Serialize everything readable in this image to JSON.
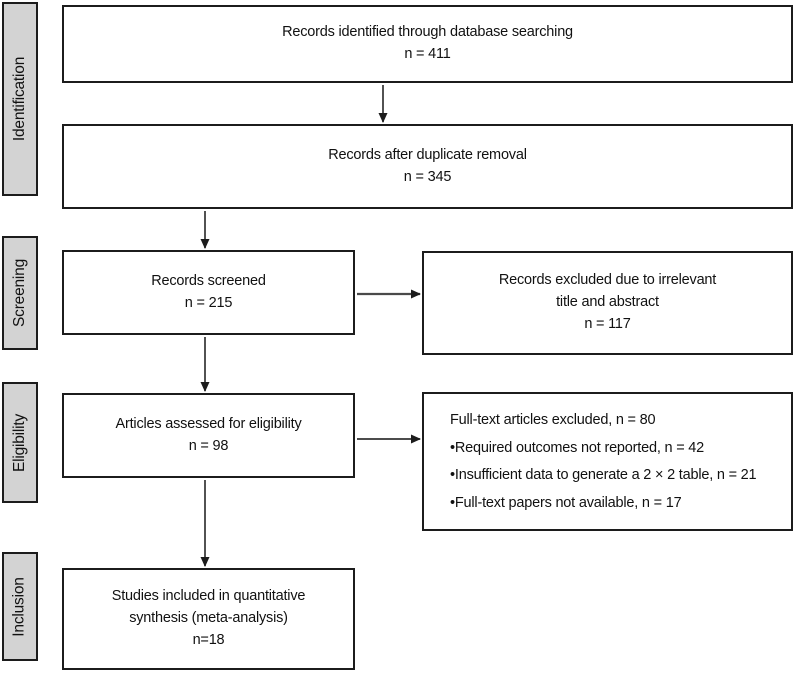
{
  "colors": {
    "stage_fill": "#d3d3d3",
    "box_border": "#1c1c1c",
    "arrow": "#333333",
    "background": "#ffffff",
    "text": "#111111"
  },
  "stages": [
    {
      "label": "Identification"
    },
    {
      "label": "Screening"
    },
    {
      "label": "Eligibility"
    },
    {
      "label": "Inclusion"
    }
  ],
  "boxes": {
    "identified": {
      "line1": "Records identified through database searching",
      "line2": "n = 411"
    },
    "deduplicated": {
      "line1": "Records after duplicate removal",
      "line2": "n = 345"
    },
    "screened": {
      "line1": "Records screened",
      "line2": "n = 215"
    },
    "excluded_screening": {
      "line1": "Records excluded due to irrelevant",
      "line2": "title and abstract",
      "line3": "n = 117"
    },
    "eligibility": {
      "line1": "Articles assessed for eligibility",
      "line2": "n = 98"
    },
    "excluded_fulltext": {
      "title": "Full-text articles excluded, n = 80",
      "items": [
        "Required outcomes not reported, n = 42",
        "Insufficient data to generate a 2 × 2 table, n = 21",
        "Full-text papers not available, n = 17"
      ]
    },
    "included": {
      "line1": "Studies included in quantitative",
      "line2": "synthesis (meta-analysis)",
      "line3": "n=18"
    }
  }
}
